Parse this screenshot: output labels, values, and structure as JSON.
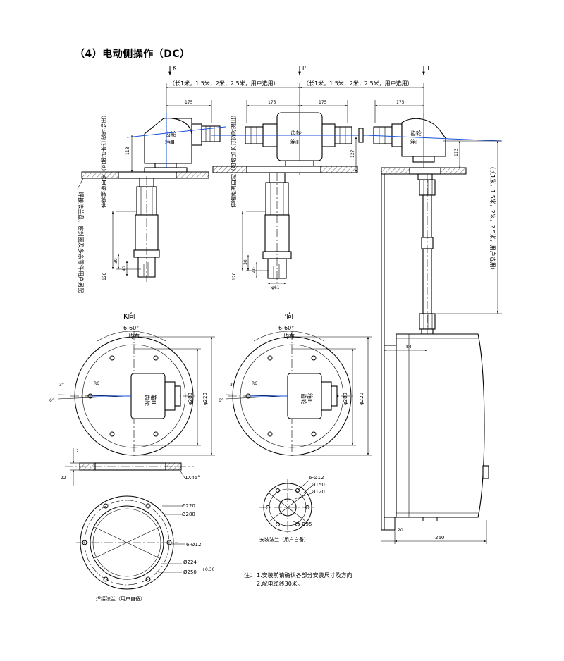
{
  "title": "（4）电动侧操作（DC）",
  "section_marks": {
    "k": "K",
    "p": "P",
    "t": "T"
  },
  "length_option": "（长1米，1.5米，2米，2.5米，用户选用）",
  "length_option_vertical": "（长1米，1.5米，2米，2.5米，用户选用）",
  "dims": {
    "d175": "175",
    "d113": "113",
    "d127": "127",
    "d84": "84",
    "d30": "30",
    "d40": "40",
    "d120": "120",
    "d61": "φ61",
    "d20": "20",
    "d260": "260",
    "d2": "2",
    "d22": "22"
  },
  "gearbox_labels": {
    "gb3_line1": "齿轮",
    "gb3_line2": "箱Ⅲ",
    "gb2_line1": "齿轮",
    "gb2_line2": "箱Ⅱ",
    "gb1_line1": "齿轮",
    "gb1_line2": "箱Ⅰ"
  },
  "notes": {
    "flange_note": "焊接法兰盘、密封圈及多余零件用户另配",
    "extension_note": "伸缩距离自定（可增加长订货时提出）"
  },
  "views": {
    "k_title": "K向",
    "p_title": "P向",
    "holes_even": "6-60°",
    "holes_even_sub": "均布",
    "ang3": "3°",
    "ang6": "6°",
    "r6": "R6",
    "phi280": "φ280",
    "phi220": "φ220"
  },
  "weld_flange": {
    "d220": "Ø220",
    "d280": "Ø280",
    "holes": "6-Ø12",
    "d224": "Ø224",
    "d250": "Ø250",
    "tol": "+0.30",
    "chamfer": "1X45°",
    "caption": "焊接法兰（用户自备）"
  },
  "install_flange": {
    "holes": "6-Ø12",
    "d150": "Ø150",
    "d120": "Ø120",
    "d95": "Ø95",
    "caption": "安装法兰（用户自备）"
  },
  "footnotes": {
    "label": "注：",
    "line1": "1.安装前请确认各部分安装尺寸及方向",
    "line2": "2.配电缆线30米。"
  }
}
